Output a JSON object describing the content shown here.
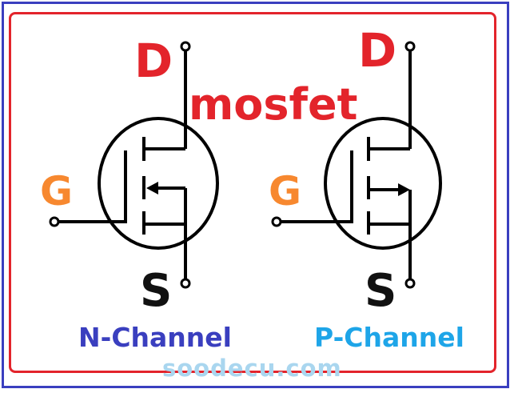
{
  "title": "mosfet",
  "watermark": "soodecu.com",
  "n_channel": {
    "label": "N-Channel",
    "drain": "D",
    "gate": "G",
    "source": "S"
  },
  "p_channel": {
    "label": "P-Channel",
    "drain": "D",
    "gate": "G",
    "source": "S"
  },
  "colors": {
    "title": "#e3242b",
    "drain": "#e3242b",
    "gate": "#f7882f",
    "source": "#111111",
    "n_label": "#3a3fbf",
    "p_label": "#1ea5e8",
    "watermark": "#a9d6ef",
    "outer_border": "#3a3fbf",
    "inner_border": "#e3242b",
    "symbol": "#000000"
  }
}
